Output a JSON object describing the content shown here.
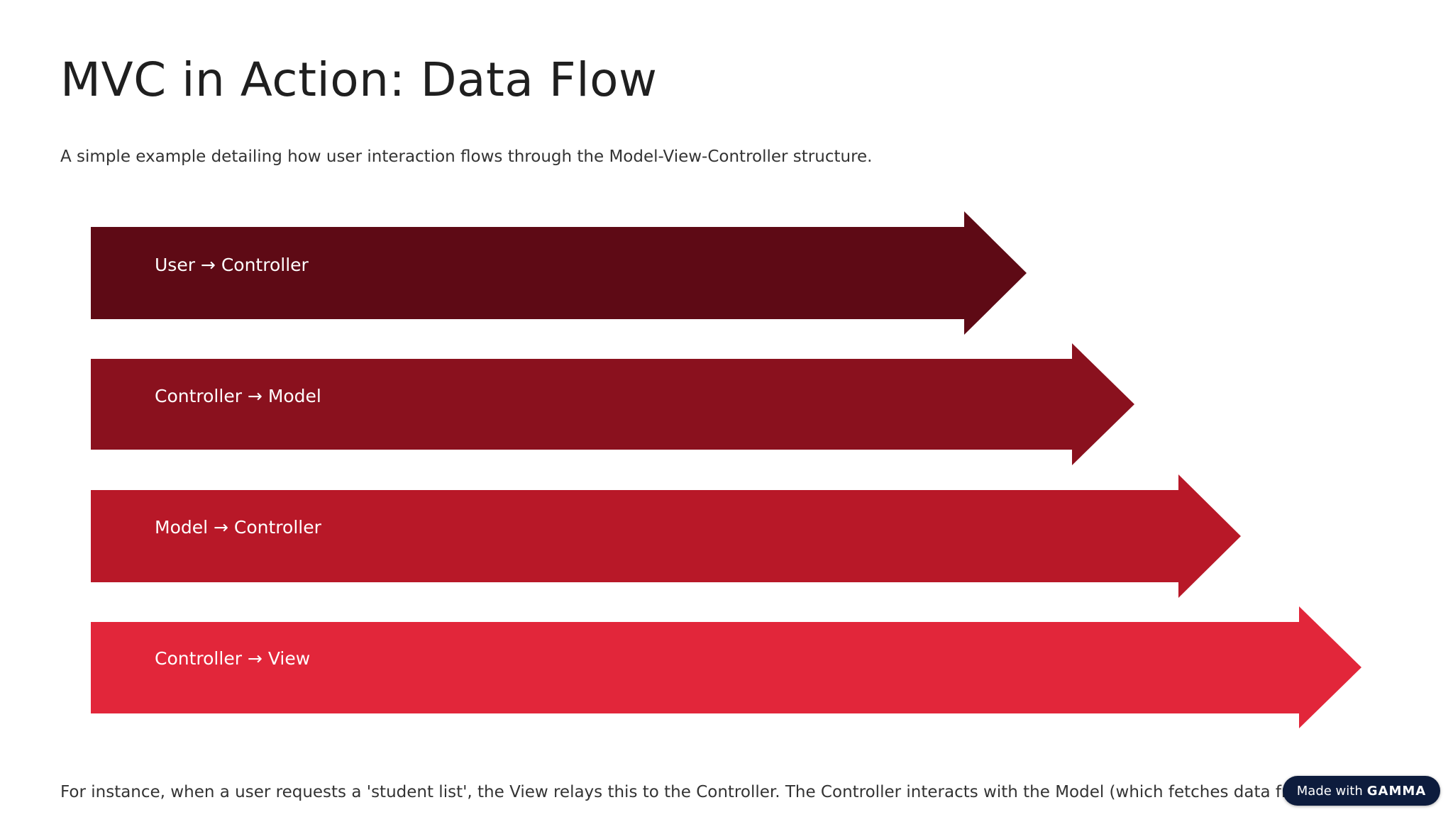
{
  "slide": {
    "title": "MVC in Action: Data Flow",
    "subtitle": "A simple example detailing how user interaction flows through the Model-View-Controller structure.",
    "footer_text": "For instance, when a user requests a 'student list', the View relays this to the Controller. The Controller interacts with the Model (which fetches data from the database)."
  },
  "arrows": [
    {
      "label": "User → Controller",
      "color": "#5e0a15"
    },
    {
      "label": "Controller → Model",
      "color": "#8a111e"
    },
    {
      "label": "Model → Controller",
      "color": "#b81828"
    },
    {
      "label": "Controller → View",
      "color": "#e2263a"
    }
  ],
  "badge": {
    "prefix": "Made with",
    "brand": "GAMMA"
  }
}
